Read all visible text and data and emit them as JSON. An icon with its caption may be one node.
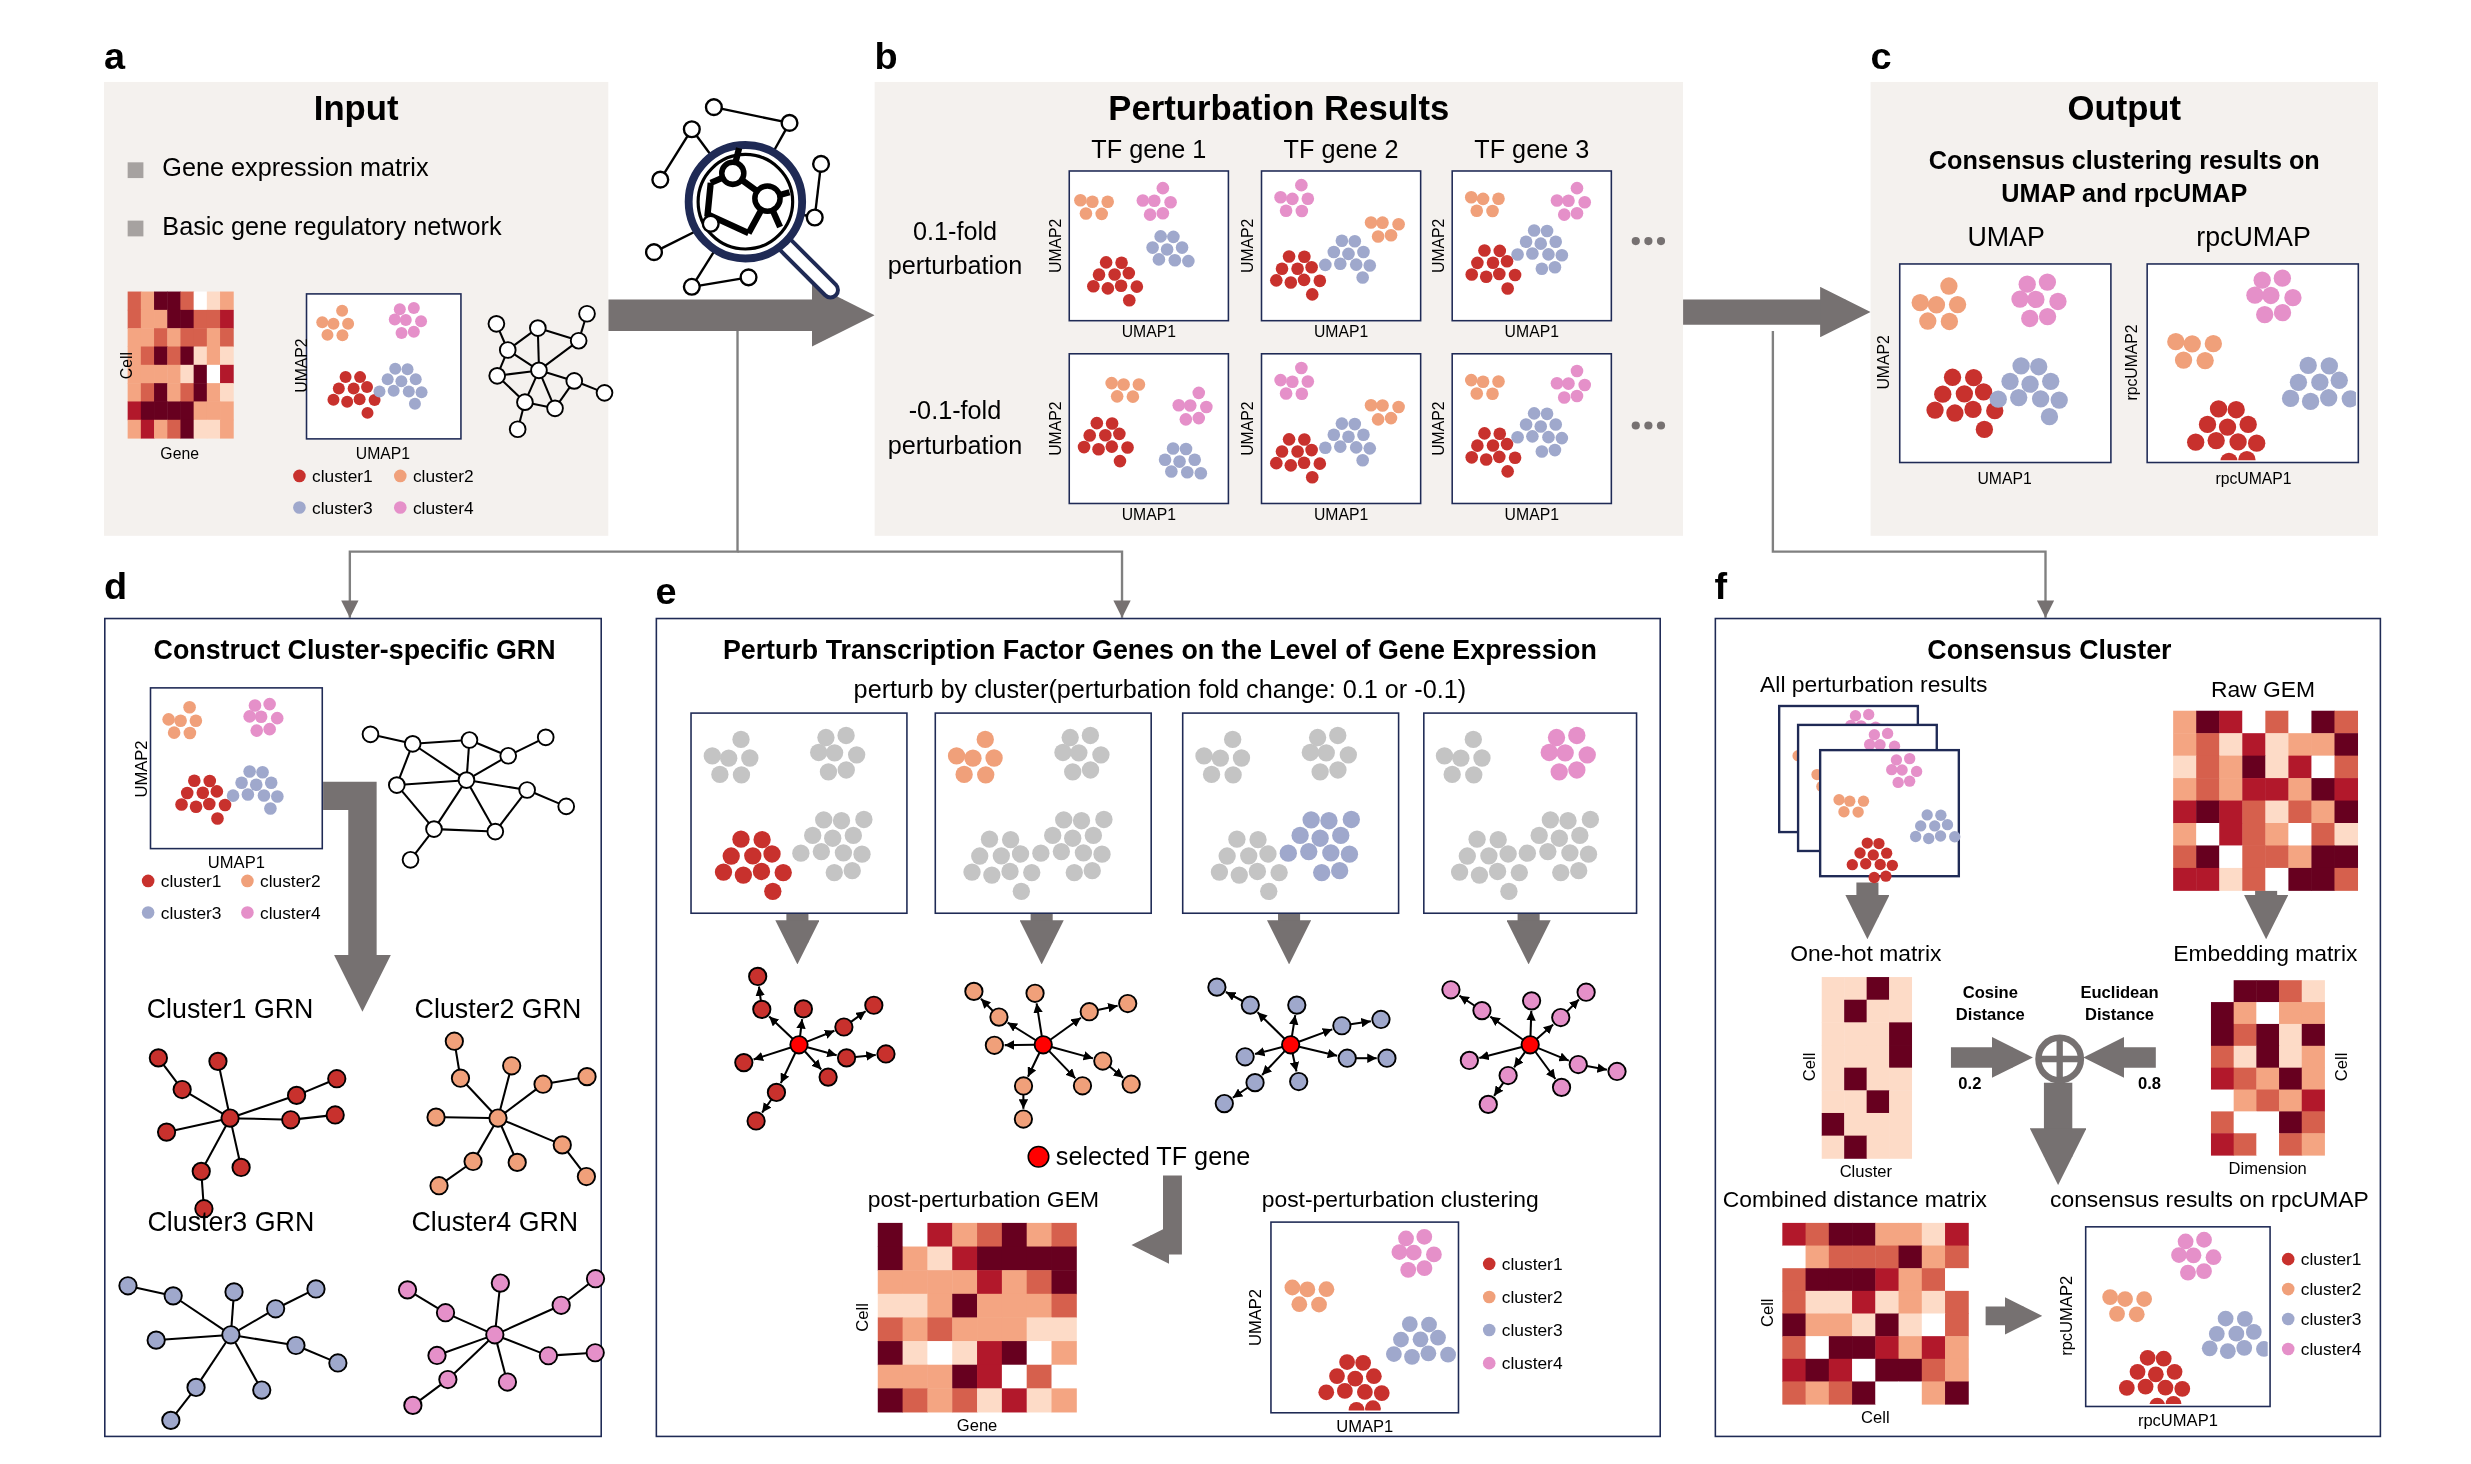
{
  "diagram": {
    "nodes": [
      {
        "text": [
          "Input",
          "Gene expression matrix",
          "Basic gene regulatory network"
        ],
        "beside": [
          "a"
        ]
      },
      {
        "text": [
          "Perturbation Results"
        ],
        "beside": [
          "b"
        ]
      },
      {
        "text": [
          "Output",
          "Consensus clustering results on UMAP and rpcUMAP"
        ],
        "beside": [
          "c"
        ]
      },
      {
        "text": [
          "Construct Cluster-specific GRN"
        ],
        "beside": [
          "d"
        ]
      },
      {
        "text": [
          "UMAP2",
          "UMAP1"
        ],
        "in": 3
      },
      {
        "text": [
          "Cluster1 GRN"
        ],
        "in": 3
      },
      {
        "text": [
          "Cluster2 GRN"
        ],
        "in": 3
      },
      {
        "text": [
          "Cluster3 GRN"
        ],
        "in": 3
      },
      {
        "text": [
          "Cluster4 GRN"
        ],
        "in": 3
      },
      {
        "text": [
          "Perturb Transcription Factor Genes on the Level of Gene Expression",
          "perturb by cluster(perturbation fold change: 0.1 or -0.1)"
        ],
        "beside": [
          "e"
        ]
      },
      {
        "text": [],
        "shape": "box",
        "in": 9
      },
      {
        "text": [],
        "shape": "box",
        "in": 9
      },
      {
        "text": [],
        "shape": "box",
        "in": 9
      },
      {
        "text": [],
        "shape": "box",
        "in": 9
      },
      {
        "text": [],
        "shape": "network",
        "in": 9
      },
      {
        "text": [],
        "shape": "network",
        "in": 9
      },
      {
        "text": [],
        "shape": "network",
        "in": 9
      },
      {
        "text": [],
        "shape": "network",
        "in": 9
      },
      {
        "text": [
          "post-perturbation GEM",
          "Cell",
          "Gene"
        ],
        "in": 9
      },
      {
        "text": [
          "post-perturbation clustering",
          "UMAP2",
          "UMAP1"
        ],
        "in": 9
      },
      {
        "text": [
          "Consensus Cluster"
        ],
        "beside": [
          "f"
        ]
      },
      {
        "text": [
          "All perturbation results"
        ],
        "in": 20
      },
      {
        "text": [
          "Raw GEM"
        ],
        "in": 20
      },
      {
        "text": [
          "One-hot matrix",
          "Cell",
          "Cluster"
        ],
        "in": 20
      },
      {
        "text": [
          "Embedding matrix",
          "Cell",
          "Dimension"
        ],
        "in": 20
      },
      {
        "text": [],
        "shape": "circle",
        "in": 20
      },
      {
        "text": [
          "Combined distance matrix",
          "Cell",
          "Cell"
        ],
        "in": 20
      },
      {
        "text": [
          "consensus results on rpcUMAP",
          "rpcUMAP2",
          "rpcUMAP1"
        ],
        "in": 20
      }
    ],
    "edges": [
      {
        "from": 0,
        "to": 1,
        "arrow": "to"
      },
      {
        "from": 1,
        "to": 2,
        "arrow": "to"
      },
      {
        "from": null,
        "to": 3,
        "arrow": "to"
      },
      {
        "from": null,
        "to": 9,
        "arrow": "to"
      },
      {
        "from": null,
        "to": 20,
        "arrow": "to"
      },
      {
        "from": 4,
        "to": null,
        "arrow": "to"
      },
      {
        "from": 10,
        "to": 14,
        "arrow": "to"
      },
      {
        "from": 11,
        "to": 15,
        "arrow": "to"
      },
      {
        "from": 12,
        "to": 16,
        "arrow": "to"
      },
      {
        "from": 13,
        "to": 17,
        "arrow": "to"
      },
      {
        "from": null,
        "to": 18,
        "arrow": "to"
      },
      {
        "from": 21,
        "to": 23,
        "arrow": "to"
      },
      {
        "from": 22,
        "to": 24,
        "arrow": "to"
      },
      {
        "from": 23,
        "to": 25,
        "arrow": "to",
        "label": "Cosine Distance"
      },
      {
        "from": 24,
        "to": 25,
        "arrow": "to",
        "label": "Euclidean Distance"
      },
      {
        "from": 25,
        "to": 27,
        "arrow": "to"
      },
      {
        "from": 26,
        "to": 27,
        "arrow": "to"
      }
    ],
    "labels": [
      "Cell",
      "Gene",
      "UMAP2",
      "UMAP1",
      "TF gene 1",
      "TF gene 2",
      "TF gene 3",
      "0.1-fold perturbation",
      "UMAP2",
      "UMAP1",
      "UMAP2",
      "UMAP1",
      "UMAP2",
      "UMAP1",
      "-0.1-fold perturbation",
      "UMAP2",
      "UMAP1",
      "UMAP2",
      "UMAP1",
      "UMAP2",
      "UMAP1",
      "UMAP",
      "rpcUMAP",
      "UMAP2",
      "UMAP1",
      "rpcUMAP2",
      "rpcUMAP1",
      "0.2",
      "0.8"
    ],
    "legend": [
      {
        "text": "cluster1",
        "color": "#c8312d"
      },
      {
        "text": "cluster2",
        "color": "#f0a07a"
      },
      {
        "text": "cluster3",
        "color": "#9fa8cc"
      },
      {
        "text": "cluster4",
        "color": "#e590c9"
      },
      {
        "text": "cluster1",
        "color": "#c8312d"
      },
      {
        "text": "cluster2",
        "color": "#f0a07a"
      },
      {
        "text": "cluster3",
        "color": "#9fa8cc"
      },
      {
        "text": "cluster4",
        "color": "#e590c9"
      },
      {
        "text": "selected TF gene",
        "color": "#ff0000"
      },
      {
        "text": "cluster1",
        "color": "#c8312d"
      },
      {
        "text": "cluster2",
        "color": "#f0a07a"
      },
      {
        "text": "cluster3",
        "color": "#9fa8cc"
      },
      {
        "text": "cluster4",
        "color": "#e590c9"
      },
      {
        "text": "cluster1",
        "color": "#c8312d"
      },
      {
        "text": "cluster2",
        "color": "#f0a07a"
      },
      {
        "text": "cluster3",
        "color": "#9fa8cc"
      },
      {
        "text": "cluster4",
        "color": "#e590c9"
      }
    ]
  }
}
